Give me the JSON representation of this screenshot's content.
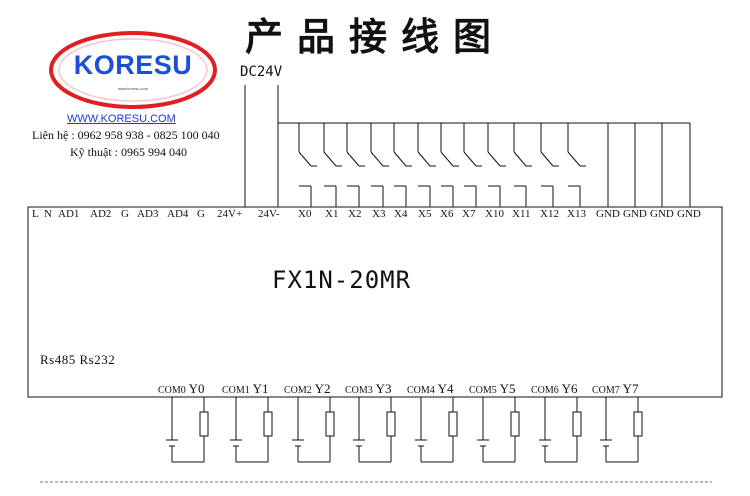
{
  "title": "产品接线图",
  "logo": {
    "brand": "KORESU",
    "tagline": "www.koresu.com",
    "brand_color": "#1c4fd6",
    "ring_color": "#e02020"
  },
  "contact": {
    "website": "WWW.KORESU.COM",
    "phone": "Liên hệ : 0962 958 938 - 0825 100 040",
    "tech": "Kỹ thuật : 0965 994 040"
  },
  "power_label": "DC24V",
  "input_terminals": [
    "L",
    "N",
    "AD1",
    "AD2",
    "G",
    "AD3",
    "AD4",
    "G",
    "24V+",
    "24V-",
    "X0",
    "X1",
    "X2",
    "X3",
    "X4",
    "X5",
    "X6",
    "X7",
    "X10",
    "X11",
    "X12",
    "X13",
    "GND",
    "GND",
    "GND",
    "GND"
  ],
  "model": "FX1N-20MR",
  "ports_label": "Rs485 Rs232",
  "outputs": [
    {
      "com": "COM0",
      "y": "Y0"
    },
    {
      "com": "COM1",
      "y": "Y1"
    },
    {
      "com": "COM2",
      "y": "Y2"
    },
    {
      "com": "COM3",
      "y": "Y3"
    },
    {
      "com": "COM4",
      "y": "Y4"
    },
    {
      "com": "COM5",
      "y": "Y5"
    },
    {
      "com": "COM6",
      "y": "Y6"
    },
    {
      "com": "COM7",
      "y": "Y7"
    }
  ]
}
